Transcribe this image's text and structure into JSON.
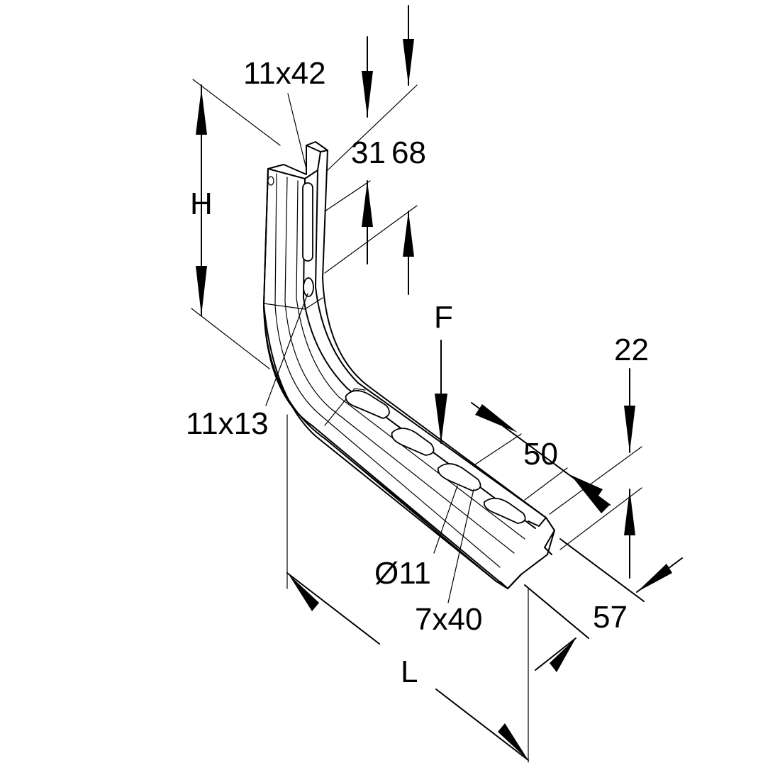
{
  "labels": {
    "slot_top": "11x42",
    "dim_31": "31",
    "dim_68": "68",
    "height": "H",
    "slot_lower": "11x13",
    "force": "F",
    "dim_22": "22",
    "dim_50": "50",
    "diameter": "Ø11",
    "slot_arm": "7x40",
    "dim_57": "57",
    "length": "L"
  }
}
